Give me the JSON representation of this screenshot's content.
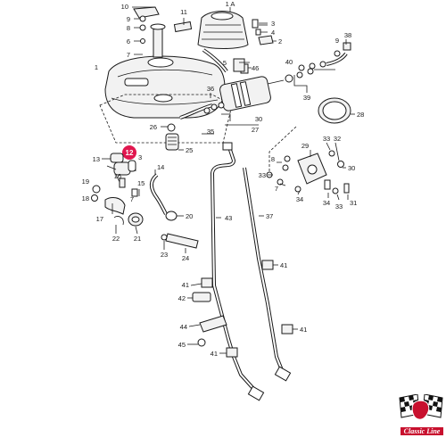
{
  "logo": {
    "brand_text": "Classic Line",
    "brand_color": "#c8102e",
    "icon": "checkered-flag-lion-icon"
  },
  "diagram": {
    "highlight": {
      "number": "12",
      "color": "#e0174f"
    },
    "callouts": [
      {
        "n": "1"
      },
      {
        "n": "1 A"
      },
      {
        "n": "2"
      },
      {
        "n": "3"
      },
      {
        "n": "3"
      },
      {
        "n": "4"
      },
      {
        "n": "5"
      },
      {
        "n": "6"
      },
      {
        "n": "7"
      },
      {
        "n": "8"
      },
      {
        "n": "9"
      },
      {
        "n": "10"
      },
      {
        "n": "11"
      },
      {
        "n": "13"
      },
      {
        "n": "14"
      },
      {
        "n": "15"
      },
      {
        "n": "16"
      },
      {
        "n": "17"
      },
      {
        "n": "18"
      },
      {
        "n": "19"
      },
      {
        "n": "20"
      },
      {
        "n": "21"
      },
      {
        "n": "22"
      },
      {
        "n": "23"
      },
      {
        "n": "24"
      },
      {
        "n": "25"
      },
      {
        "n": "26"
      },
      {
        "n": "27"
      },
      {
        "n": "28"
      },
      {
        "n": "29"
      },
      {
        "n": "30"
      },
      {
        "n": "31"
      },
      {
        "n": "32"
      },
      {
        "n": "33"
      },
      {
        "n": "33"
      },
      {
        "n": "33"
      },
      {
        "n": "34"
      },
      {
        "n": "35"
      },
      {
        "n": "36"
      },
      {
        "n": "37"
      },
      {
        "n": "38"
      },
      {
        "n": "39"
      },
      {
        "n": "40"
      },
      {
        "n": "41"
      },
      {
        "n": "41"
      },
      {
        "n": "41"
      },
      {
        "n": "41"
      },
      {
        "n": "42"
      },
      {
        "n": "43"
      },
      {
        "n": "44"
      },
      {
        "n": "45"
      },
      {
        "n": "46"
      }
    ]
  }
}
